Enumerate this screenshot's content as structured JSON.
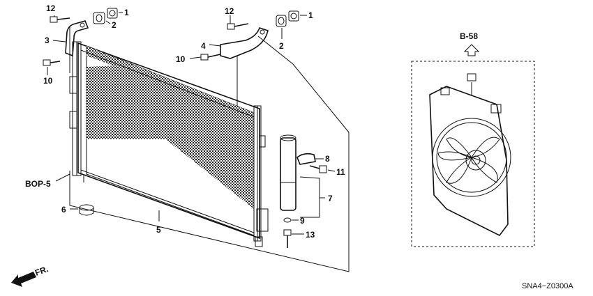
{
  "callouts": {
    "c1a": "1",
    "c1b": "1",
    "c2a": "2",
    "c2b": "2",
    "c3": "3",
    "c4": "4",
    "c5": "5",
    "c6": "6",
    "c7": "7",
    "c8": "8",
    "c9": "9",
    "c10a": "10",
    "c10b": "10",
    "c11": "11",
    "c12a": "12",
    "c12b": "12",
    "c13": "13"
  },
  "references": {
    "bop": "BOP-5",
    "b58": "B-58",
    "front": "FR."
  },
  "diagram_code": "SNA4−Z0300A"
}
